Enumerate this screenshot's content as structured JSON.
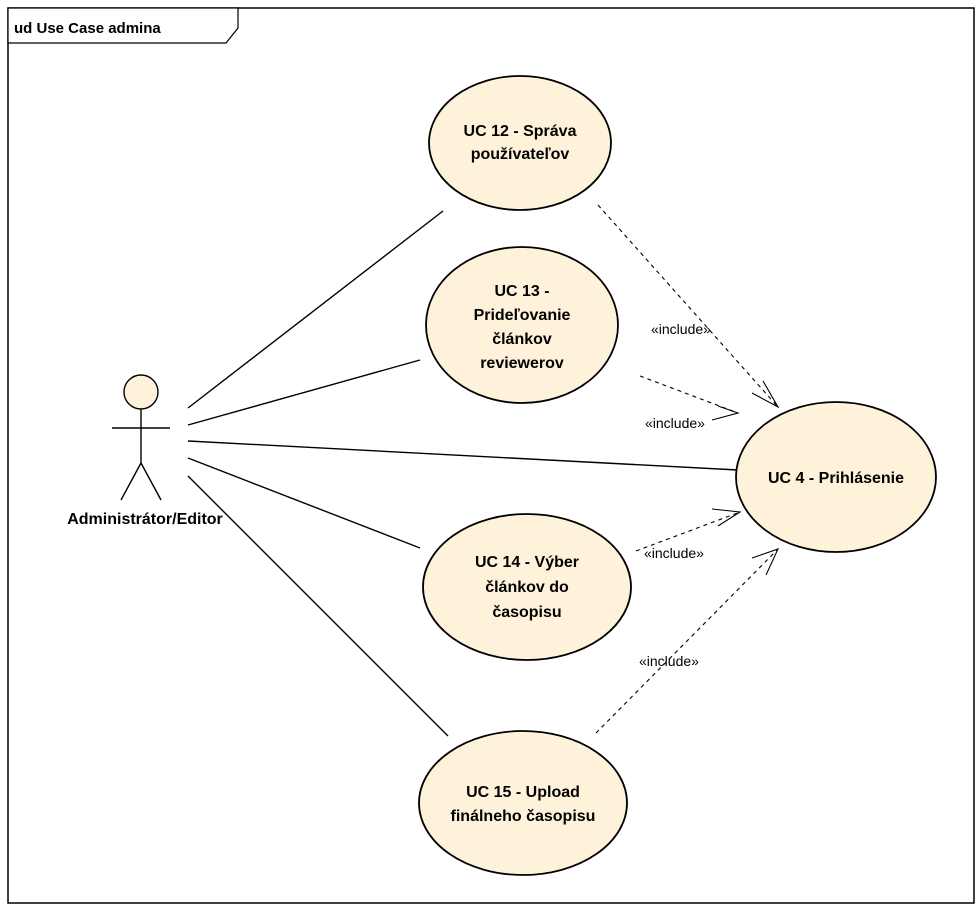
{
  "frame": {
    "title": "ud Use Case admina"
  },
  "actor": {
    "name": "Administrátor/Editor"
  },
  "use_cases": {
    "uc12": {
      "lines": [
        "UC 12 - Správa",
        "používateľov"
      ]
    },
    "uc13": {
      "lines": [
        "UC 13 -",
        "Prideľovanie",
        "článkov",
        "reviewerov"
      ]
    },
    "uc4": {
      "lines": [
        "UC 4 - Prihlásenie"
      ]
    },
    "uc14": {
      "lines": [
        "UC 14 - Výber",
        "článkov do",
        "časopisu"
      ]
    },
    "uc15": {
      "lines": [
        "UC 15 - Upload",
        "finálneho časopisu"
      ]
    }
  },
  "includes": [
    {
      "from": "UC 12 - Správa používateľov",
      "to": "UC 4 - Prihlásenie",
      "label": "«include»"
    },
    {
      "from": "UC 13 - Prideľovanie článkov reviewerov",
      "to": "UC 4 - Prihlásenie",
      "label": "«include»"
    },
    {
      "from": "UC 14 - Výber článkov do časopisu",
      "to": "UC 4 - Prihlásenie",
      "label": "«include»"
    },
    {
      "from": "UC 15 - Upload finálneho časopisu",
      "to": "UC 4 - Prihlásenie",
      "label": "«include»"
    }
  ],
  "colors": {
    "use_case_fill": "#fff2db",
    "line": "#000000"
  }
}
